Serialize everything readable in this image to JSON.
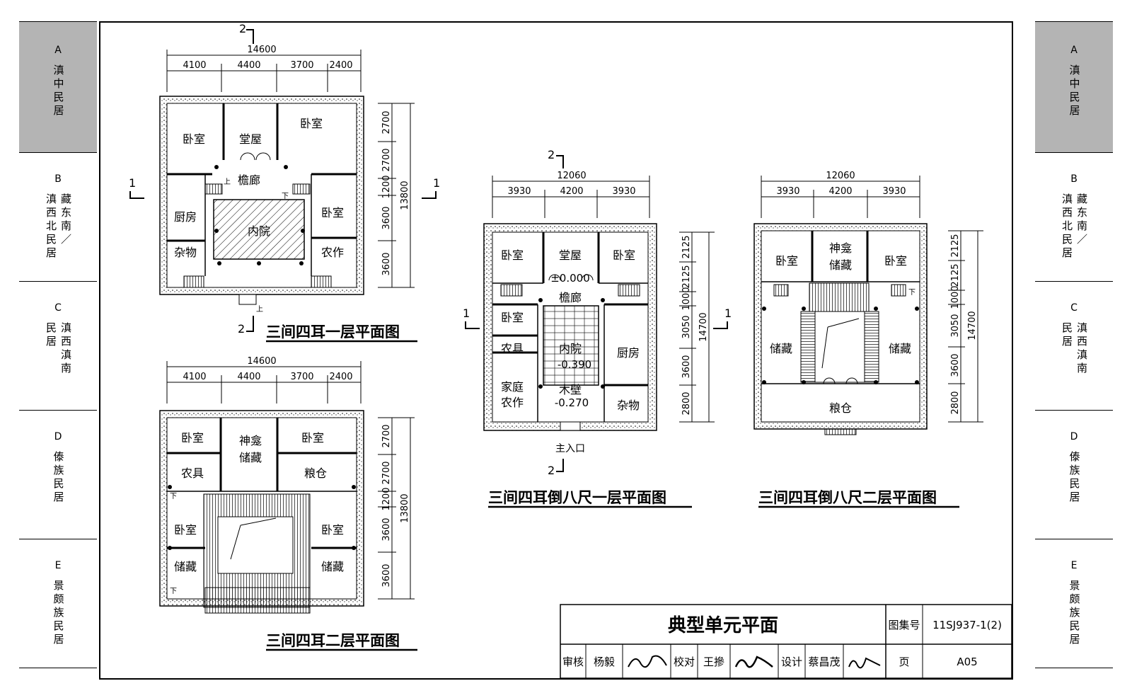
{
  "left_tabs": [
    {
      "letter": "A",
      "lines": [
        "滇中民居"
      ],
      "active": true
    },
    {
      "letter": "B",
      "lines": [
        "藏东南／",
        "滇西北民居"
      ],
      "active": false
    },
    {
      "letter": "C",
      "lines": [
        "滇西滇南",
        "民居"
      ],
      "active": false
    },
    {
      "letter": "D",
      "lines": [
        "傣族民居"
      ],
      "active": false
    },
    {
      "letter": "E",
      "lines": [
        "景颇族民居"
      ],
      "active": false
    }
  ],
  "right_tabs": [
    {
      "letter": "A",
      "lines": [
        "滇中民居"
      ],
      "active": true
    },
    {
      "letter": "B",
      "lines": [
        "藏东南／",
        "滇西北民居"
      ],
      "active": false
    },
    {
      "letter": "C",
      "lines": [
        "滇西滇南",
        "民居"
      ],
      "active": false
    },
    {
      "letter": "D",
      "lines": [
        "傣族民居"
      ],
      "active": false
    },
    {
      "letter": "E",
      "lines": [
        "景颇族民居"
      ],
      "active": false
    }
  ],
  "plan1": {
    "title": "三间四耳一层平面图",
    "total": "14600",
    "dims_top": [
      "4100",
      "4400",
      "3700",
      "2400"
    ],
    "dims_right": [
      "2700",
      "2700",
      "1200",
      "3600",
      "3600"
    ],
    "total_right": "13800",
    "rooms": [
      "卧室",
      "堂屋",
      "卧室",
      "檐廊",
      "厨房",
      "内院",
      "卧室",
      "杂物",
      "农作"
    ],
    "section_marks": [
      "1",
      "1",
      "2",
      "2"
    ],
    "up": "上",
    "down": "下"
  },
  "plan2": {
    "title": "三间四耳二层平面图",
    "total": "14600",
    "dims_top": [
      "4100",
      "4400",
      "3700",
      "2400"
    ],
    "dims_right": [
      "2700",
      "2700",
      "1200",
      "3600",
      "3600"
    ],
    "total_right": "13800",
    "rooms": [
      "卧室",
      "神龛",
      "储藏",
      "卧室",
      "农具",
      "粮仓",
      "卧室",
      "卧室",
      "储藏",
      "储藏"
    ],
    "down": "下"
  },
  "plan3": {
    "title": "三间四耳倒八尺一层平面图",
    "total": "12060",
    "dims_top": [
      "3930",
      "4200",
      "3930"
    ],
    "dims_right": [
      "2125",
      "2125",
      "1000",
      "3050",
      "3600",
      "2800"
    ],
    "total_right": "14700",
    "rooms": [
      "卧室",
      "堂屋",
      "卧室",
      "檐廊",
      "卧室",
      "农具",
      "内院",
      "厨房",
      "家庭",
      "农作",
      "木壁",
      "杂物"
    ],
    "levels": [
      "±0.000",
      "-0.390",
      "-0.270"
    ],
    "entrance": "主入口",
    "section_marks": [
      "1",
      "1",
      "2",
      "2"
    ]
  },
  "plan4": {
    "title": "三间四耳倒八尺二层平面图",
    "total": "12060",
    "dims_top": [
      "3930",
      "4200",
      "3930"
    ],
    "dims_right": [
      "2125",
      "2125",
      "1000",
      "3050",
      "3600",
      "2800"
    ],
    "total_right": "14700",
    "rooms": [
      "卧室",
      "神龛",
      "储藏",
      "卧室",
      "储藏",
      "储藏",
      "粮仓"
    ],
    "down": "下"
  },
  "title_block": {
    "title": "典型单元平面",
    "atlas_label": "图集号",
    "atlas_no": "11SJ937-1(2)",
    "review_label": "审核",
    "reviewer": "杨毅",
    "check_label": "校对",
    "checker": "王摻",
    "design_label": "设计",
    "designer": "蔡昌茂",
    "page_label": "页",
    "page_no": "A05"
  }
}
